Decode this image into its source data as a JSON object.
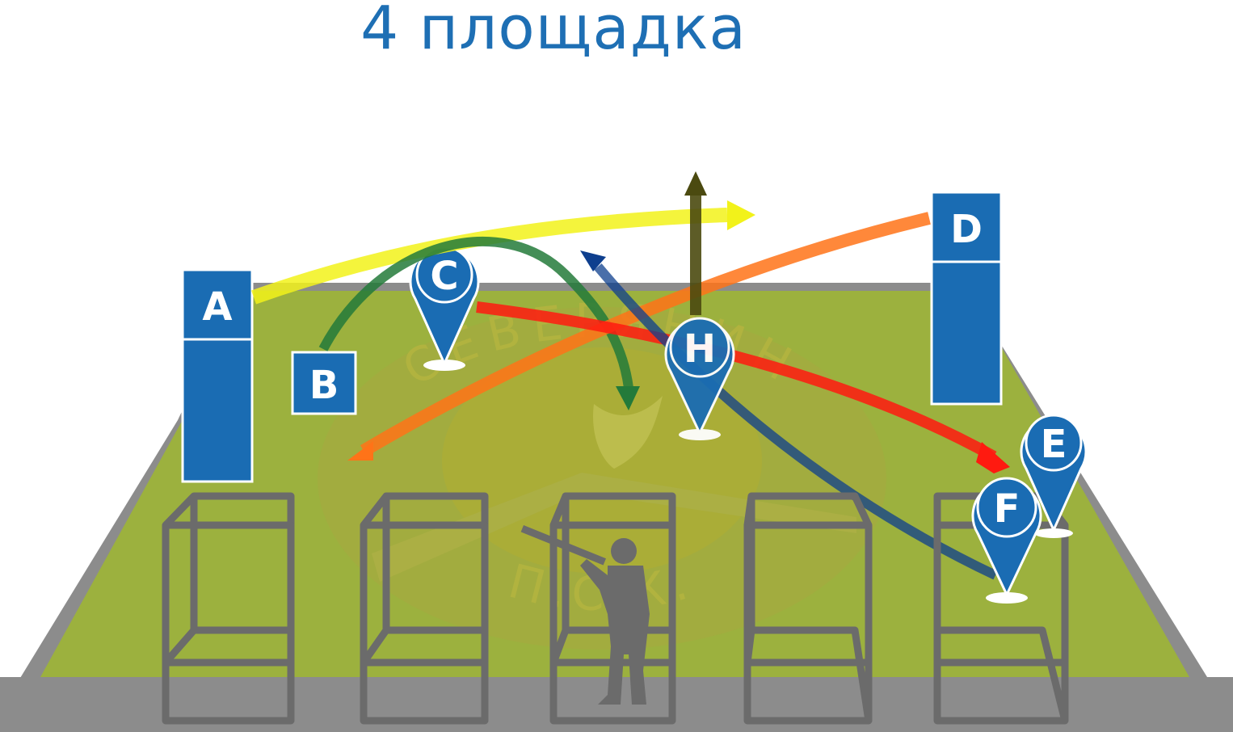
{
  "title": "4 площадка",
  "colors": {
    "field": "#9cb13e",
    "field_border": "#8c8c8c",
    "marker": "#1a6cb3",
    "yellow_path": "#f2f21a",
    "orange_path": "#ff7318",
    "red_path": "#ff1a10",
    "green_path": "#237a3a",
    "navy_path": "#0e3f8e",
    "olive_path": "#4b4a10"
  },
  "houses": [
    {
      "id": "A",
      "label": "A"
    },
    {
      "id": "B",
      "label": "B"
    },
    {
      "id": "D",
      "label": "D"
    }
  ],
  "pins": [
    {
      "id": "C",
      "label": "C"
    },
    {
      "id": "H",
      "label": "H"
    },
    {
      "id": "E",
      "label": "E"
    },
    {
      "id": "F",
      "label": "F"
    }
  ],
  "logo": {
    "text_top": "СЕВЕРЯНИН",
    "text_bottom": "П.С.К."
  },
  "stations": 5
}
